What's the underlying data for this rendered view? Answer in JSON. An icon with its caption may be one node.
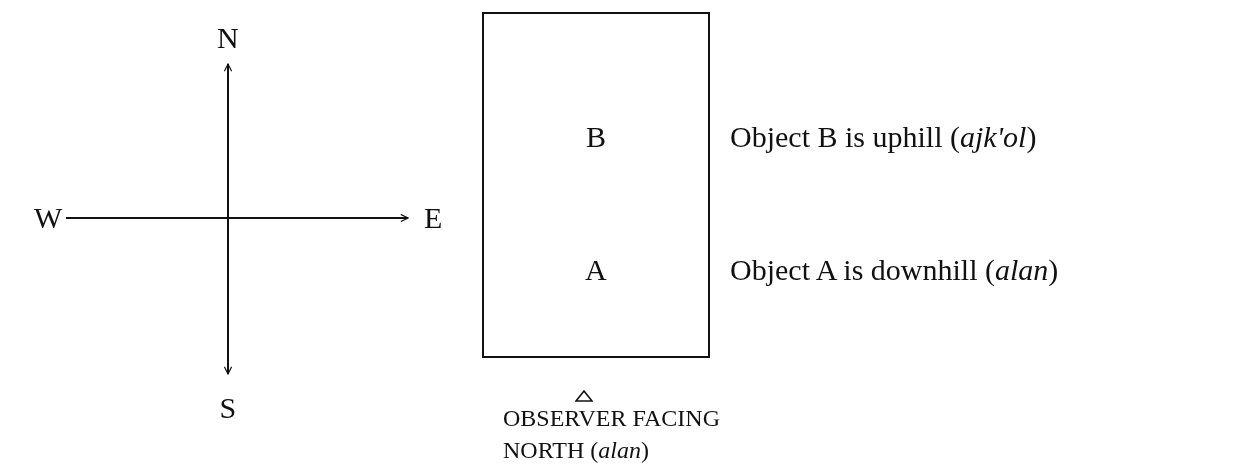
{
  "diagram": {
    "nodes": [
      {
        "text": [
          "B",
          "A"
        ],
        "beside": [
          "Object B is uphill (*ajk'ol*)",
          "Object A is downhill (*alan*)"
        ]
      },
      {
        "text": [
          "OBSERVER FACING NORTH (*alan*)"
        ]
      }
    ],
    "edges": [],
    "labels": [
      "N",
      "W",
      "E",
      "S"
    ]
  }
}
